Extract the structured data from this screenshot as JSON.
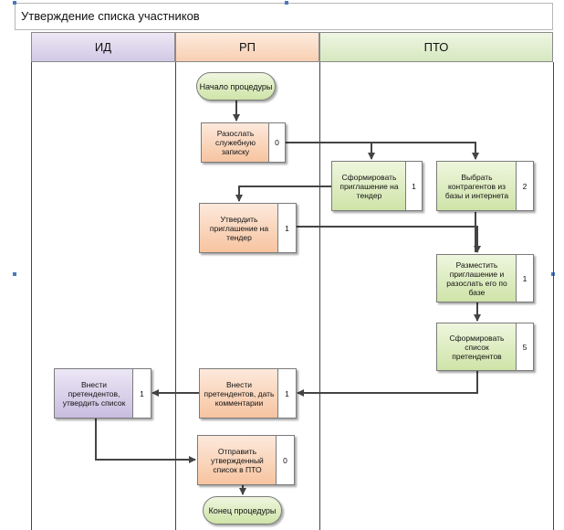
{
  "title": "Утверждение списка участников",
  "lanes": [
    {
      "label": "ИД"
    },
    {
      "label": "РП"
    },
    {
      "label": "ПТО"
    }
  ],
  "terminators": {
    "start": "Начало процедуры",
    "end": "Конец процедуры"
  },
  "steps": {
    "send_memo": {
      "label": "Разослать служебную записку",
      "num": "0"
    },
    "form_invitation": {
      "label": "Сформировать приглашение на тендер",
      "num": "1"
    },
    "select_contractors": {
      "label": "Выбрать контрагентов из базы и интернета",
      "num": "2"
    },
    "approve_invitation": {
      "label": "Утвердить приглашение на тендер",
      "num": "1"
    },
    "post_invitation": {
      "label": "Разместить приглашение и разослать его по базе",
      "num": "1"
    },
    "form_list": {
      "label": "Сформировать список претендентов",
      "num": "5"
    },
    "enter_comment": {
      "label": "Внести претендентов, дать комментарии",
      "num": "1"
    },
    "enter_approve": {
      "label": "Внести претендентов, утвердить список",
      "num": "1"
    },
    "send_to_pto": {
      "label": "Отправить утвержденный список в ПТО",
      "num": "0"
    }
  },
  "colors": {
    "lane_id": "#d9d2ea",
    "lane_rp": "#fbdcc6",
    "lane_pto": "#e1efd0",
    "connector": "#444444"
  }
}
